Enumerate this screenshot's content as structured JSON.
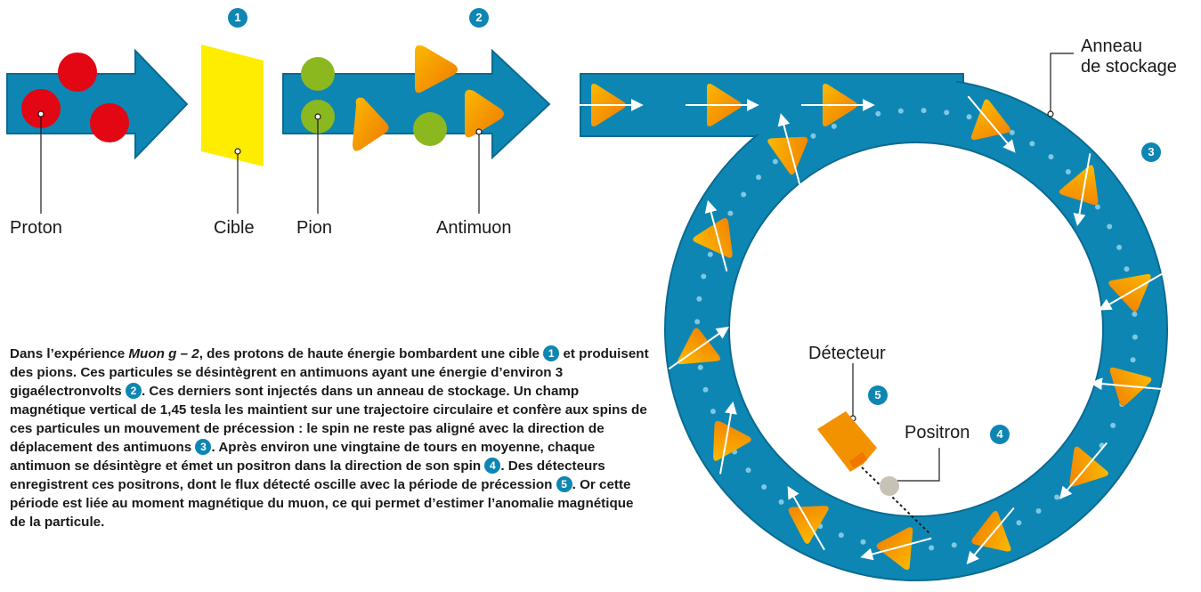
{
  "labels": {
    "proton": "Proton",
    "cible": "Cible",
    "pion": "Pion",
    "antimuon": "Antimuon",
    "anneau_line1": "Anneau",
    "anneau_line2": "de stockage",
    "detecteur": "Détecteur",
    "positron": "Positron"
  },
  "badges": {
    "b1": "1",
    "b2": "2",
    "b3": "3",
    "b4": "4",
    "b5": "5"
  },
  "caption": {
    "s1": "Dans l’expérience ",
    "s1_italic": "Muon g – 2",
    "s2": ", des protons de haute énergie bombardent une cible ",
    "n1": "1",
    "s3": " et produisent des pions. Ces particules se désintègrent en antimuons ayant une énergie d’environ 3 gigaélectronvolts ",
    "n2": "2",
    "s4": ". Ces derniers sont injectés dans un anneau de stockage. Un champ magnétique vertical de 1,45 tesla les maintient sur une trajectoire circulaire et confère aux spins de ces particules un mouvement de précession : le spin ne reste pas aligné avec la direction de déplacement des antimuons ",
    "n3": "3",
    "s5": ". Après environ une vingtaine de tours en moyenne, chaque antimuon se désintègre et émet un positron dans la direction de son spin ",
    "n4": "4",
    "s6": ". Des détecteurs enregistrent ces positrons, dont le flux détecté oscille avec la période de précession ",
    "n5": "5",
    "s7": ". Or cette période est liée au moment magnétique du muon, ce qui permet d’estimer l’anomalie magnétique de la particule."
  },
  "colors": {
    "beam": "#0e86b3",
    "beam_edge": "#0a6a91",
    "proton": "#e30613",
    "target": "#ffed00",
    "pion": "#8bb81f",
    "antimuon": "#f39200",
    "antimuon_light": "#fbb900",
    "detector": "#f39200",
    "positron": "#c8c2b4",
    "dots": "#7fc7e3"
  },
  "icons": {
    "particle_arrow": "spin-arrow-icon",
    "beam_arrow": "beam-arrow-icon"
  }
}
